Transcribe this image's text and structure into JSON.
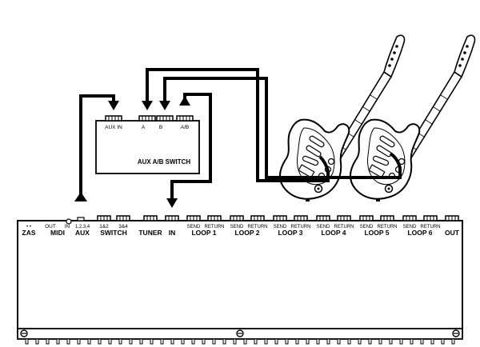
{
  "aux_switch": {
    "title": "AUX A/B SWITCH",
    "ports": [
      "AUX IN",
      "A",
      "B",
      "A/B"
    ]
  },
  "rack_unit": {
    "small_top": {
      "dots": "• •",
      "midi_out": "OUT",
      "midi_in": "IN",
      "aux_sub": "1,2,3,4",
      "switch_12": "1&2",
      "switch_34": "3&4"
    },
    "sections": {
      "zas": "ZAS",
      "midi": "MIDI",
      "aux": "AUX",
      "switch": "SWITCH",
      "tuner": "TUNER",
      "in": "IN",
      "out": "OUT"
    },
    "loops": [
      {
        "name": "LOOP 1",
        "send": "SEND",
        "return": "RETURN"
      },
      {
        "name": "LOOP 2",
        "send": "SEND",
        "return": "RETURN"
      },
      {
        "name": "LOOP 3",
        "send": "SEND",
        "return": "RETURN"
      },
      {
        "name": "LOOP 4",
        "send": "SEND",
        "return": "RETURN"
      },
      {
        "name": "LOOP 5",
        "send": "SEND",
        "return": "RETURN"
      },
      {
        "name": "LOOP 6",
        "send": "SEND",
        "return": "RETURN"
      }
    ]
  },
  "guitars": [
    "guitar-1",
    "guitar-2"
  ]
}
